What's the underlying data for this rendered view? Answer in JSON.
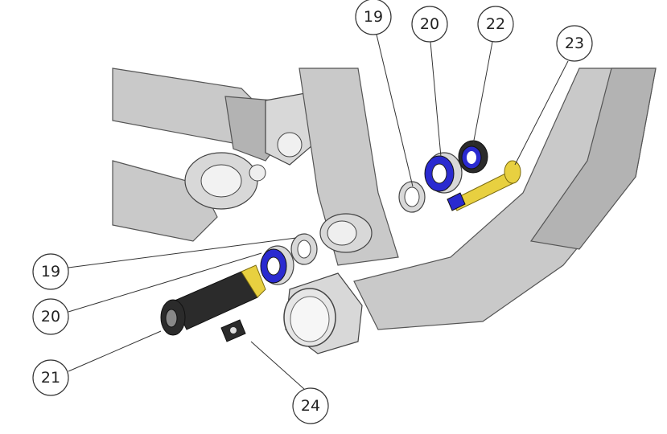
{
  "diagram": {
    "type": "exploded-assembly",
    "balloons": [
      {
        "id": "balloon-19-top",
        "label": "19"
      },
      {
        "id": "balloon-20-top",
        "label": "20"
      },
      {
        "id": "balloon-22",
        "label": "22"
      },
      {
        "id": "balloon-23",
        "label": "23"
      },
      {
        "id": "balloon-19-left",
        "label": "19"
      },
      {
        "id": "balloon-20-left",
        "label": "20"
      },
      {
        "id": "balloon-21",
        "label": "21"
      },
      {
        "id": "balloon-24",
        "label": "24"
      }
    ],
    "colors": {
      "frame": "#c9c9c9",
      "bearing_seal": "#2a2ad0",
      "axle_bolt": "#e8d040",
      "pivot_body": "#2b2b2b"
    }
  }
}
